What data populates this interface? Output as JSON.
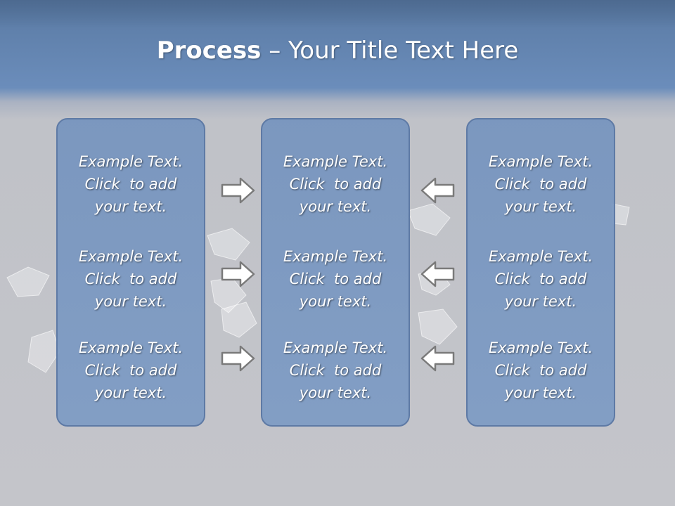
{
  "title": {
    "bold": "Process",
    "rest": " – Your Title Text Here"
  },
  "columns": [
    {
      "items": [
        {
          "lines": [
            "Example Text.",
            "Click  to add",
            "your text."
          ]
        },
        {
          "lines": [
            "Example Text.",
            "Click  to add",
            "your text."
          ]
        },
        {
          "lines": [
            "Example Text.",
            "Click  to add",
            "your text."
          ]
        }
      ]
    },
    {
      "items": [
        {
          "lines": [
            "Example Text.",
            "Click  to add",
            "your text."
          ]
        },
        {
          "lines": [
            "Example Text.",
            "Click  to add",
            "your text."
          ]
        },
        {
          "lines": [
            "Example Text.",
            "Click  to add",
            "your text."
          ]
        }
      ]
    },
    {
      "items": [
        {
          "lines": [
            "Example Text.",
            "Click  to add",
            "your text."
          ]
        },
        {
          "lines": [
            "Example Text.",
            "Click  to add",
            "your text."
          ]
        },
        {
          "lines": [
            "Example Text.",
            "Click  to add",
            "your text."
          ]
        }
      ]
    }
  ],
  "arrows": {
    "left_group": {
      "direction": "right",
      "icon": "arrow-right-icon"
    },
    "right_group": {
      "direction": "left",
      "icon": "arrow-left-icon"
    }
  },
  "colors": {
    "box_fill": "#7b99c2",
    "box_border": "#5e7aa5",
    "header": "#6b8dbb",
    "arrow_fill": "#ffffff",
    "arrow_stroke": "#7a7a7a"
  }
}
